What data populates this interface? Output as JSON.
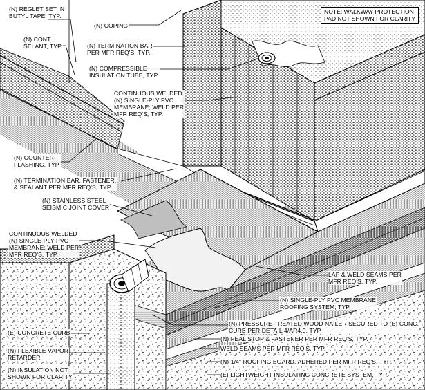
{
  "note": {
    "prefix": "NOTE",
    "line1_rest": ": WALKWAY PROTECTION",
    "line2": "PAD NOT SHOWN FOR CLARITY"
  },
  "labels": {
    "reglet": "(N) REGLET SET IN\nBUTYL TAPE, TYP.",
    "cont_sealant": "(N) CONT.\nSELANT, TYP.",
    "coping": "(N) COPING",
    "termination_bar_top": "(N) TERMINATION BAR\nPER MFR REQ'S, TYP.",
    "compressible_tube": "(N) COMPRESSIBLE\nINSULATION TUBE, TYP.",
    "welded_membrane_top": "CONTINUOUS WELDED\n(N) SINGLE-PLY PVC\nMEMBRANE; WELD PER\nMFR REQ'S, TYP.",
    "counter_flashing": "(N) COUNTER-\nFLASHING, TYP.",
    "termination_bar_fastener": "(N) TERMINATION BAR, FASTENER,\n& SEALANT PER MFR REQ'S, TYP.",
    "seismic_cover": "(N) STAINLESS STEEL\nSEISMIC JOINT COVER",
    "welded_membrane_left": "CONTINUOUS WELDED\n(N) SINGLE-PLY PVC\nMEMBRANE; WELD PER\nMFR REQ'S, TYP.",
    "lap_weld": "LAP & WELD SEAMS PER\nMFR REQ'S, TYP.",
    "roofing_system": "(N) SINGLE-PLY PVC MEMBRANE\nROOFING SYSTEM, TYP.",
    "wood_nailer": "(N) PRESSURE-TREATED WOOD NAILER SECURED TO (E) CONC.\nCURB PER DETAIL 4/AR4.0, TYP.",
    "peal_stop": "(N) PEAL STOP & FASTENER PER MFR REQ'S, TYP.",
    "weld_seams": "WELD SEAMS PER MFR REQ'S, TYP.",
    "roofing_board": "(N) 1/4\" ROOFING BOARD, ADHERED PER MFR REQ'S, TYP.",
    "insulating_concrete": "(E) LIGHTWEIGHT INSULATING CONCRETE SYSTEM, TYP.",
    "concrete_curb": "(E) CONCRETE CURB",
    "vapor_retarder": "(N) FLEXIBLE VAPOR\nRETARDER",
    "insulation_not_shown": "(N) INSULATION NOT\nSHOWN FOR CLARITY"
  }
}
